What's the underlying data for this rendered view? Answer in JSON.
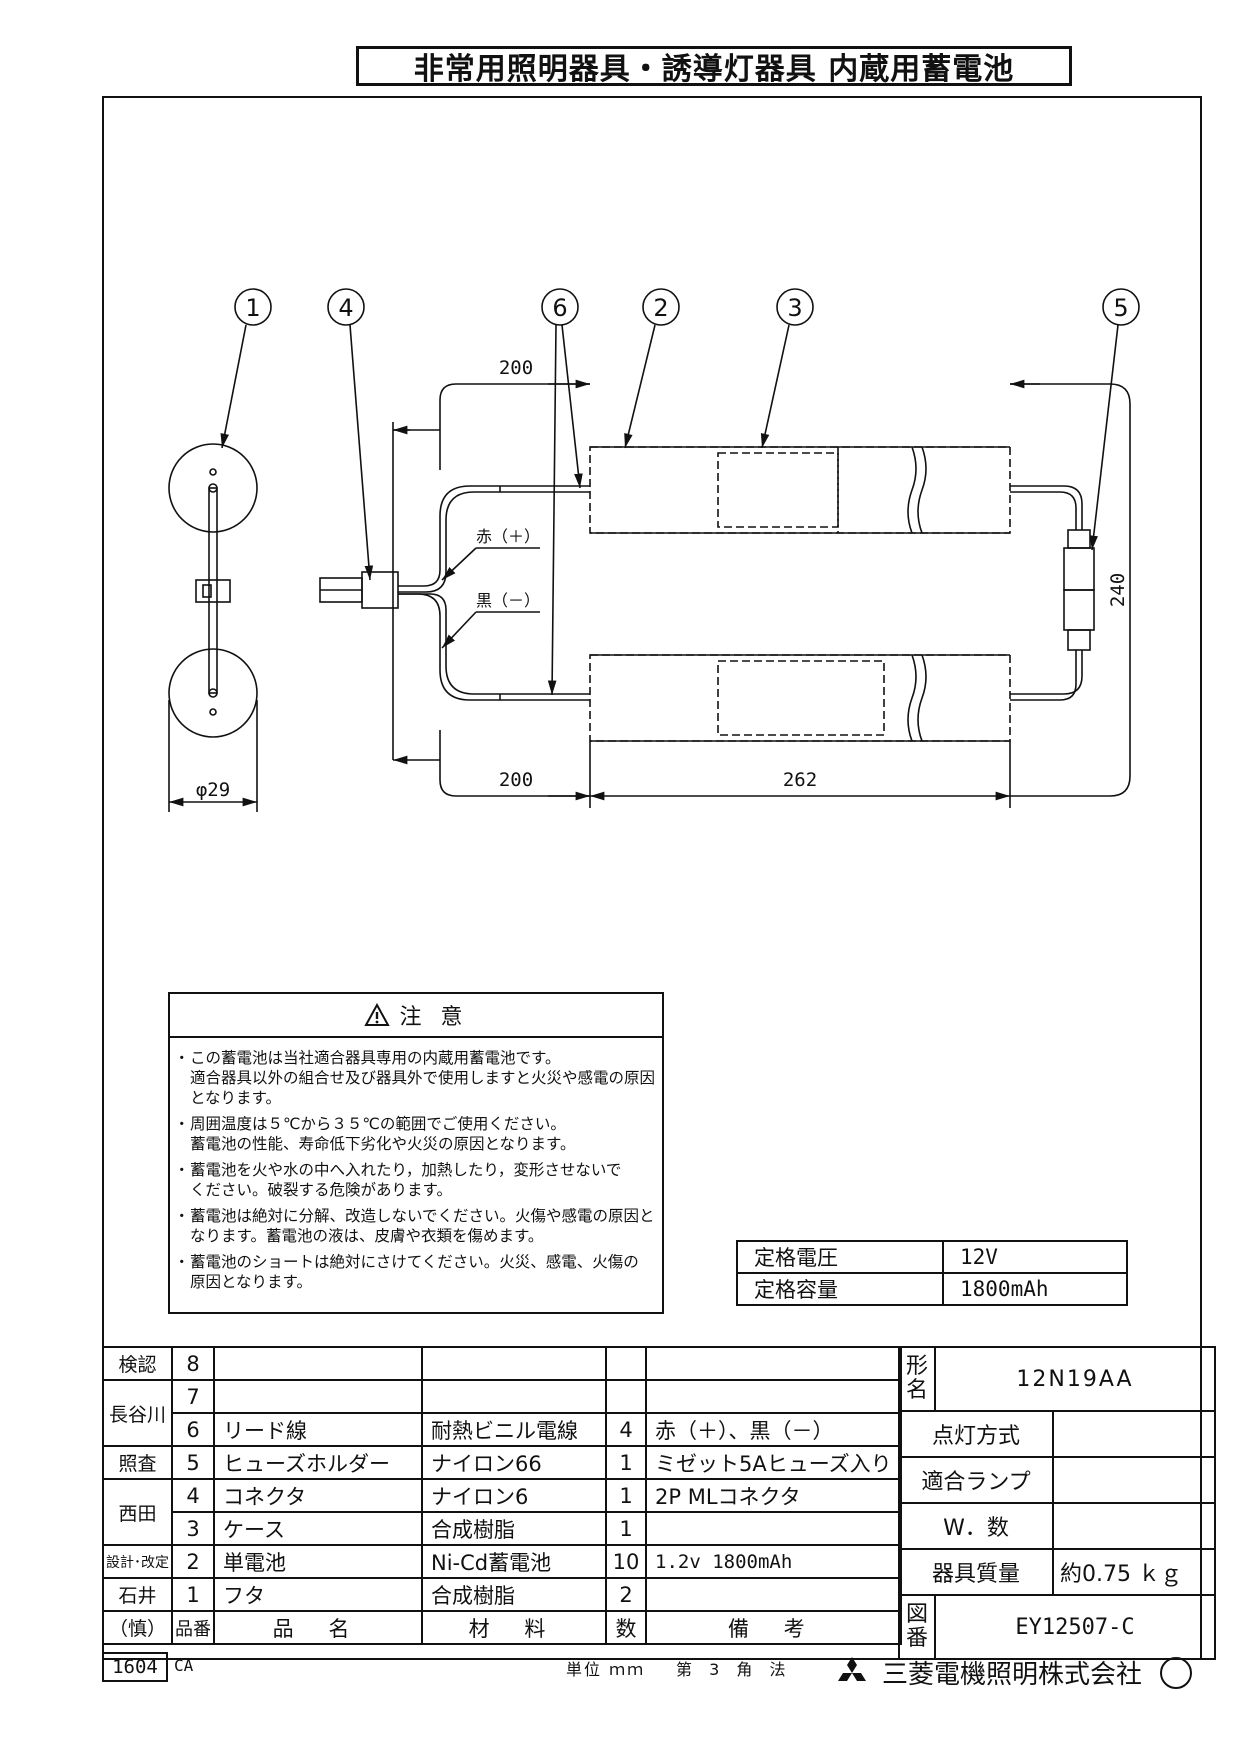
{
  "title": "非常用照明器具・誘導灯器具 内蔵用蓄電池",
  "balloons": [
    "1",
    "4",
    "6",
    "2",
    "3",
    "5"
  ],
  "dimensions": {
    "lead_top": "200",
    "lead_bottom": "200",
    "body_length": "262",
    "height": "240",
    "diameter": "φ29"
  },
  "leads": {
    "red": "赤（＋）",
    "black": "黒（－）"
  },
  "caution": {
    "heading": "注 意",
    "items": [
      "この蓄電池は当社適合器具専用の内蔵用蓄電池です。\n適合器具以外の組合せ及び器具外で使用しますと火災や感電の原因\nとなります。",
      "周囲温度は５℃から３５℃の範囲でご使用ください。\n蓄電池の性能、寿命低下劣化や火災の原因となります。",
      "蓄電池を火や水の中へ入れたり，加熱したり，変形させないで\nください。破裂する危険があります。",
      "蓄電池は絶対に分解、改造しないでください。火傷や感電の原因と\nなります。蓄電池の液は、皮膚や衣類を傷めます。",
      "蓄電池のショートは絶対にさけてください。火災、感電、火傷の\n原因となります。"
    ]
  },
  "rating": {
    "voltage_label": "定格電圧",
    "voltage": "12V",
    "capacity_label": "定格容量",
    "capacity": "1800mAh"
  },
  "signatures": [
    "検認",
    "長谷川",
    "照査",
    "西田",
    "設計･改定",
    "石井",
    "（慎）"
  ],
  "parts": [
    {
      "no": "8",
      "name": "",
      "material": "",
      "qty": "",
      "remark": ""
    },
    {
      "no": "7",
      "name": "",
      "material": "",
      "qty": "",
      "remark": ""
    },
    {
      "no": "6",
      "name": "リード線",
      "material": "耐熱ビニル電線",
      "qty": "4",
      "remark": "赤（＋）、黒（－）"
    },
    {
      "no": "5",
      "name": "ヒューズホルダー",
      "material": "ナイロン66",
      "qty": "1",
      "remark": "ミゼット5Aヒューズ入り"
    },
    {
      "no": "4",
      "name": "コネクタ",
      "material": "ナイロン6",
      "qty": "1",
      "remark": "2P MLコネクタ"
    },
    {
      "no": "3",
      "name": "ケース",
      "material": "合成樹脂",
      "qty": "1",
      "remark": ""
    },
    {
      "no": "2",
      "name": "単電池",
      "material": "Ni-Cd蓄電池",
      "qty": "10",
      "remark": "1.2v 1800mAh"
    },
    {
      "no": "1",
      "name": "フタ",
      "material": "合成樹脂",
      "qty": "2",
      "remark": ""
    }
  ],
  "parts_header": {
    "no": "品番",
    "name": "品 名",
    "material": "材 料",
    "qty": "数",
    "remark": "備 考"
  },
  "title_block": {
    "model_tag": "形名",
    "model": "12N19AA",
    "lighting_label": "点灯方式",
    "lighting": "",
    "lamp_label": "適合ランプ",
    "lamp": "",
    "watt_label": "W．数",
    "watt": "",
    "mass_label": "器具質量",
    "mass": "約0.75 ｋｇ",
    "drawing_tag": "図番",
    "drawing_no": "EY12507-C"
  },
  "footer": {
    "code": "1604",
    "rev": "CA",
    "unit": "単位 ｍｍ",
    "projection": "第 3 角 法",
    "company": "三菱電機照明株式会社"
  }
}
